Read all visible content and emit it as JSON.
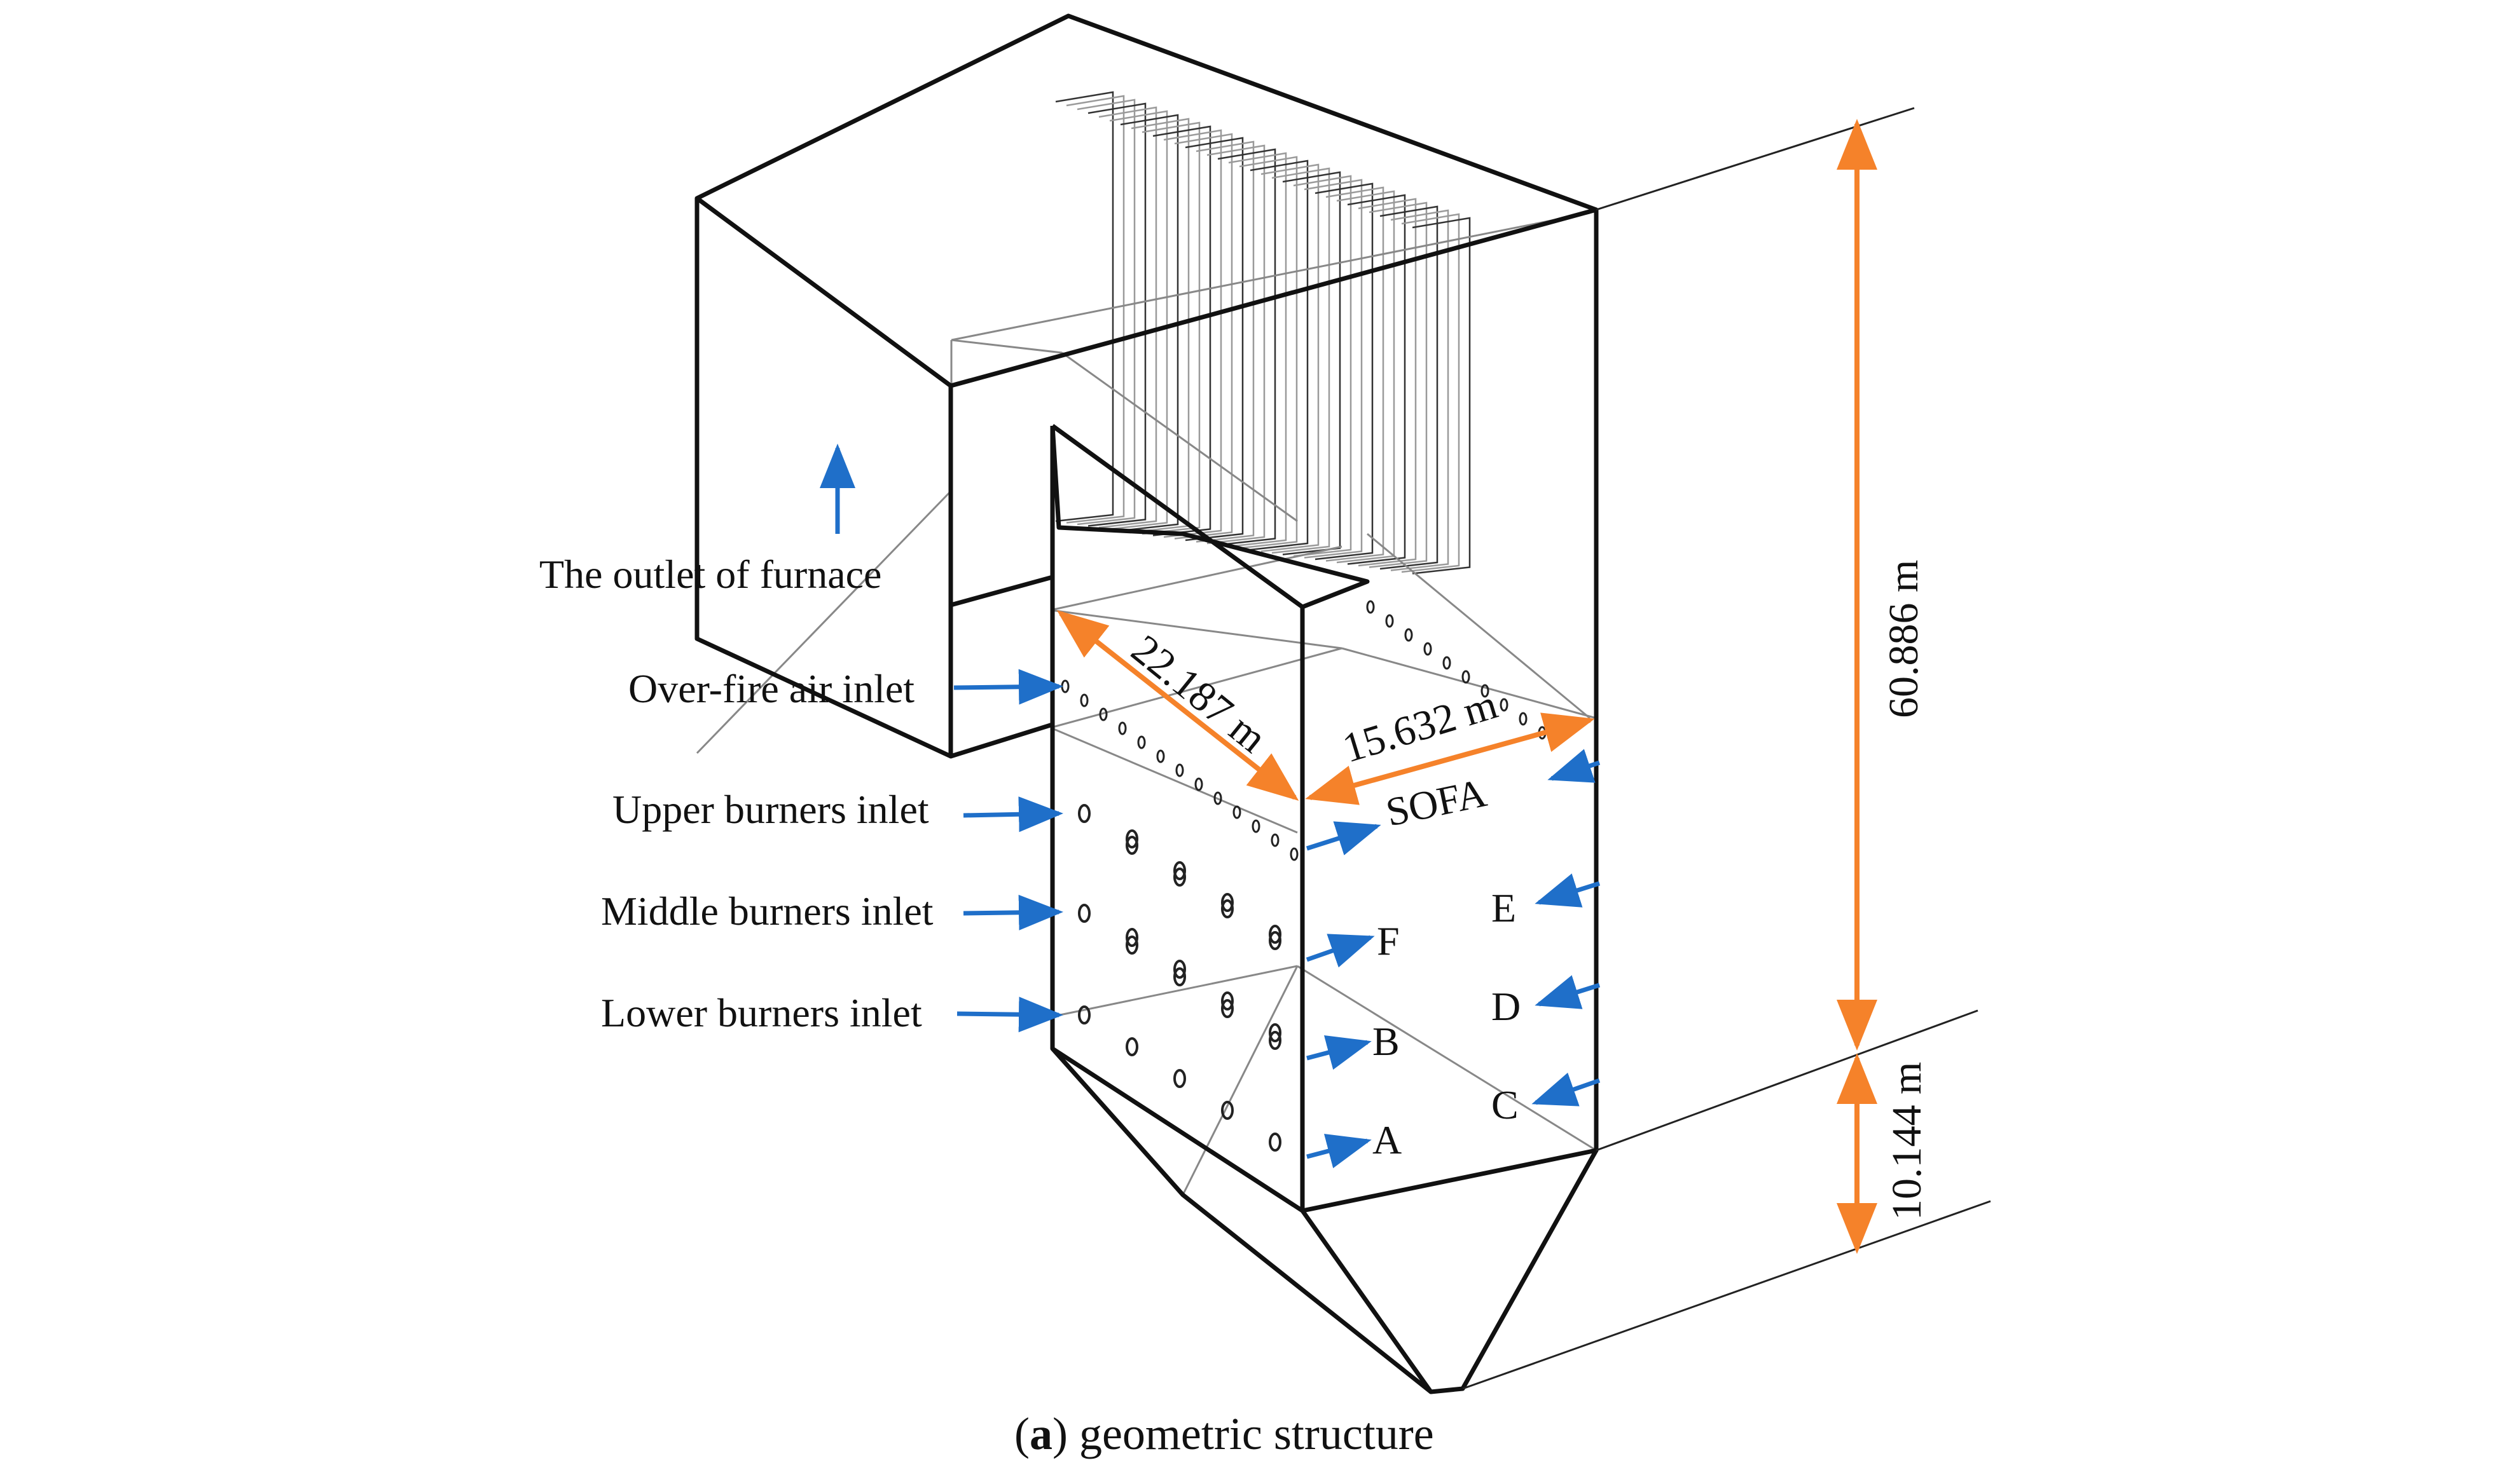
{
  "colors": {
    "line": "#111111",
    "thin_line": "#888888",
    "dimension_arrow": "#f5822a",
    "flow_arrow": "#1f6fc9",
    "background": "#ffffff"
  },
  "labels": {
    "outlet": "The outlet of furnace",
    "over_fire_air": "Over-fire air inlet",
    "upper_burners": "Upper burners inlet",
    "middle_burners": "Middle burners inlet",
    "lower_burners": "Lower burners inlet"
  },
  "nozzle_labels": {
    "sofa": "SOFA",
    "e": "E",
    "d": "D",
    "c": "C",
    "f": "F",
    "b": "B",
    "a": "A"
  },
  "dimensions": {
    "depth": "22.187 m",
    "width": "15.632 m",
    "furnace_height": "60.886 m",
    "hopper_height": "10.144 m"
  },
  "caption": {
    "panel_letter": "a",
    "open_paren": "(",
    "close_paren": ")",
    "text": " geometric structure"
  }
}
